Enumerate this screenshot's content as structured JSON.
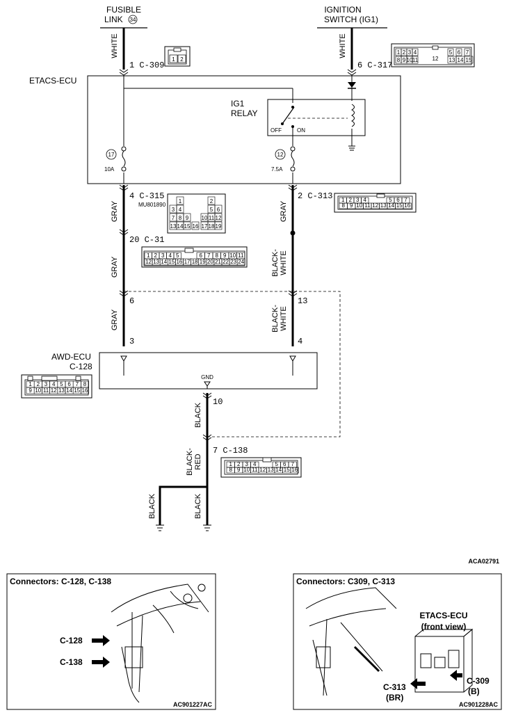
{
  "top": {
    "fusible_link_line1": "FUSIBLE",
    "fusible_link_line2": "LINK",
    "fusible_link_num": "34",
    "ign_line1": "IGNITION",
    "ign_line2": "SWITCH (IG1)"
  },
  "etacs_label": "ETACS-ECU",
  "relay": {
    "line1": "IG1",
    "line2": "RELAY",
    "off": "OFF",
    "on": "ON"
  },
  "fuses": [
    {
      "num": "17",
      "rating": "10A"
    },
    {
      "num": "12",
      "rating": "7.5A"
    }
  ],
  "wires": {
    "white1": "WHITE",
    "white2": "WHITE",
    "gray1": "GRAY",
    "gray2": "GRAY",
    "gray3": "GRAY",
    "gray4": "GRAY",
    "bw1a": "BLACK-",
    "bw1b": "WHITE",
    "bw2a": "BLACK-",
    "bw2b": "WHITE",
    "black1": "BLACK",
    "br_a": "BLACK-",
    "br_b": "RED",
    "black2": "BLACK",
    "black3": "BLACK"
  },
  "pins": {
    "c309": "1  C-309",
    "c317": "6  C-317",
    "c315": "4  C-315",
    "mu": "MU801890",
    "c313": "2  C-313",
    "c31": "20  C-31",
    "p6": "6",
    "p13": "13",
    "p3": "3",
    "p4": "4",
    "p10": "10",
    "c138": "7  C-138"
  },
  "awd": {
    "label": "AWD-ECU",
    "conn": "C-128",
    "gnd": "GND"
  },
  "fig_code": "ACA02791",
  "connectors": {
    "c309_pins": [
      "1",
      "2"
    ],
    "c317_pins": [
      "1",
      "2",
      "3",
      "4",
      "5",
      "6",
      "7",
      "8",
      "9",
      "10",
      "11",
      "12",
      "13",
      "14",
      "15"
    ],
    "c315_pins": [
      "1",
      "2",
      "3",
      "4",
      "5",
      "6",
      "7",
      "8",
      "9",
      "10",
      "11",
      "12",
      "13",
      "14",
      "15",
      "16",
      "17",
      "18",
      "19"
    ],
    "c313_pins": [
      "1",
      "2",
      "3",
      "4",
      "5",
      "6",
      "7",
      "8",
      "9",
      "10",
      "11",
      "12",
      "13",
      "14",
      "15",
      "16"
    ],
    "c31_pins": [
      "1",
      "2",
      "3",
      "4",
      "5",
      "6",
      "7",
      "8",
      "9",
      "10",
      "11",
      "12",
      "13",
      "14",
      "15",
      "16",
      "17",
      "18",
      "19",
      "20",
      "21",
      "22",
      "23",
      "24"
    ],
    "c128_pins": [
      "1",
      "2",
      "3",
      "4",
      "5",
      "6",
      "7",
      "8",
      "9",
      "10",
      "11",
      "12",
      "13",
      "14",
      "15",
      "16"
    ],
    "c138_pins": [
      "1",
      "2",
      "3",
      "4",
      "5",
      "6",
      "7",
      "8",
      "9",
      "10",
      "11",
      "12",
      "13",
      "14",
      "15",
      "16"
    ]
  },
  "panel_left": {
    "title": "Connectors: C-128, C-138",
    "c128": "C-128",
    "c138": "C-138",
    "code": "AC901227AC"
  },
  "panel_right": {
    "title": "Connectors: C309, C-313",
    "ecu1": "ETACS-ECU",
    "ecu2": "(front view)",
    "c313": "C-313",
    "c313c": "(BR)",
    "c309": "C-309",
    "c309c": "(B)",
    "code": "AC901228AC"
  }
}
